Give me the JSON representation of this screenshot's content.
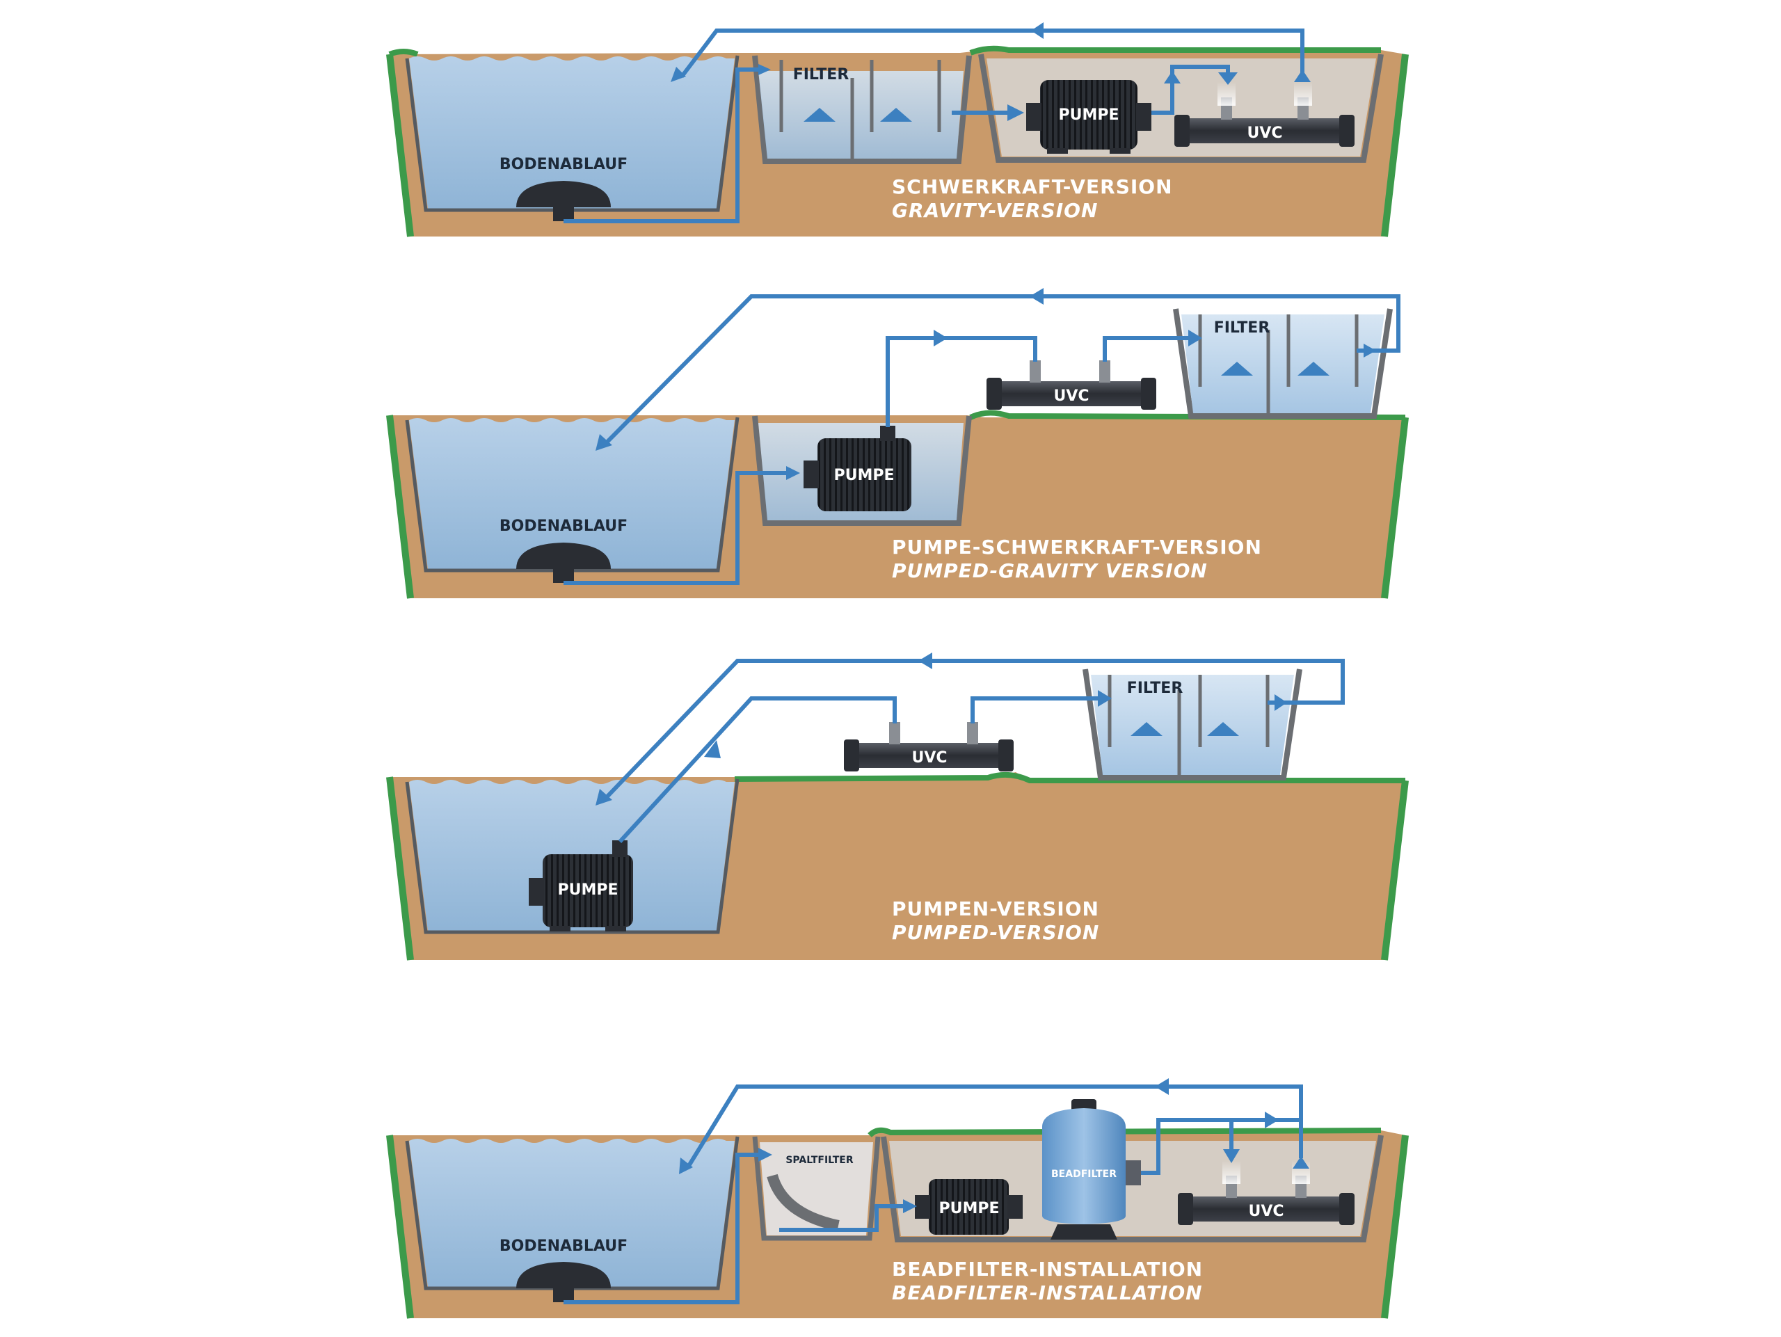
{
  "panels": [
    {
      "caption_de": "SCHWERKRAFT-VERSION",
      "caption_en": "GRAVITY-VERSION",
      "labels": {
        "drain": "BODENABLAUF",
        "filter": "FILTER",
        "pump": "PUMPE",
        "uvc": "UVC"
      }
    },
    {
      "caption_de": "PUMPE-SCHWERKRAFT-VERSION",
      "caption_en": "PUMPED-GRAVITY VERSION",
      "labels": {
        "drain": "BODENABLAUF",
        "pump": "PUMPE",
        "uvc": "UVC",
        "filter": "FILTER"
      }
    },
    {
      "caption_de": "PUMPEN-VERSION",
      "caption_en": "PUMPED-VERSION",
      "labels": {
        "pump": "PUMPE",
        "uvc": "UVC",
        "filter": "FILTER"
      }
    },
    {
      "caption_de": "BEADFILTER-INSTALLATION",
      "caption_en": "BEADFILTER-INSTALLATION",
      "labels": {
        "drain": "BODENABLAUF",
        "spaltfilter": "SPALTFILTER",
        "pump": "PUMPE",
        "beadfilter": "BEADFILTER",
        "uvc": "UVC"
      }
    }
  ],
  "colors": {
    "soil": "#c99a6a",
    "grass": "#3c9a4a",
    "water": "#a8c5e0",
    "pipe": "#3c80c0",
    "pump": "#2a2d33",
    "tank_wall": "#6b6e72"
  }
}
